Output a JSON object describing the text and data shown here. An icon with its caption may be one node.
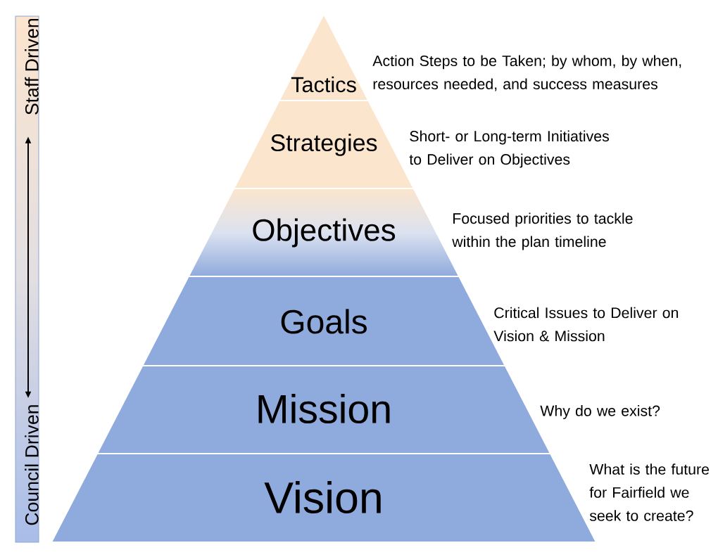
{
  "diagram": {
    "nodes": [
      {
        "text": [],
        "shape": "bar"
      },
      {
        "text": [
          "Staff Driven"
        ],
        "in": 0
      },
      {
        "text": [
          "Council Driven"
        ],
        "in": 0
      },
      {
        "text": [
          "Tactics"
        ],
        "beside": [
          "Action Steps to be Taken; by whom, by when, resources needed, and success measures"
        ]
      },
      {
        "text": [
          "Strategies"
        ],
        "beside": [
          "Short- or Long-term Initiatives to Deliver on Objectives"
        ]
      },
      {
        "text": [
          "Objectives"
        ],
        "beside": [
          "Focused priorities to tackle within the plan timeline"
        ]
      },
      {
        "text": [
          "Goals"
        ],
        "beside": [
          "Critical Issues to Deliver on Vision & Mission"
        ]
      },
      {
        "text": [
          "Mission"
        ],
        "beside": [
          "Why do we exist?"
        ]
      },
      {
        "text": [
          "Vision"
        ],
        "beside": [
          "What is the future for Fairfield we seek to create?"
        ]
      }
    ],
    "edges": [
      {
        "from": 1,
        "to": 2,
        "arrow": "both"
      }
    ]
  }
}
